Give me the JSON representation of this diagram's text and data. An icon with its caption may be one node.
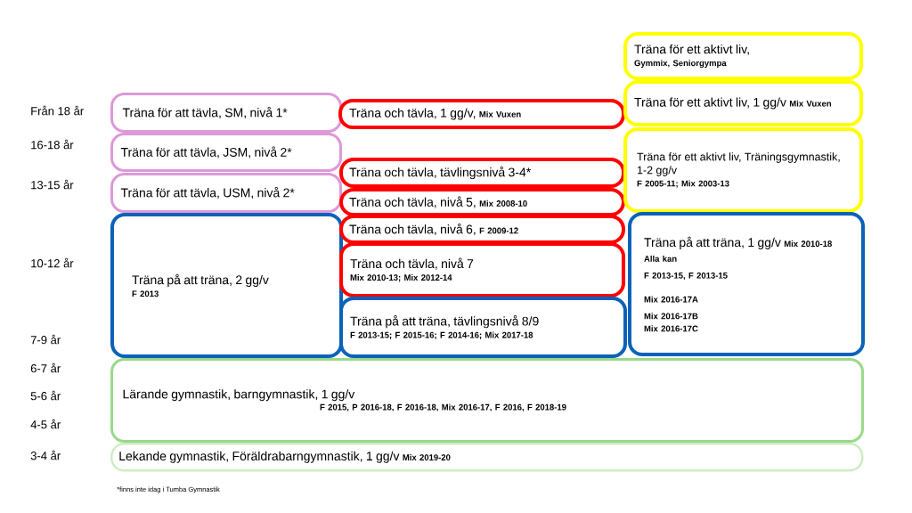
{
  "diagram": {
    "nodes": [
      {
        "text": [
          "Träna för att tävla, SM, nivå 1*"
        ]
      },
      {
        "text": [
          "Träna för att tävla, JSM, nivå 2*"
        ]
      },
      {
        "text": [
          "Träna för att tävla, USM, nivå 2*"
        ]
      },
      {
        "text": [
          "Träna på att träna, 2 gg/v",
          "F 2013"
        ]
      },
      {
        "text": [
          "Träna och tävla, 1 gg/v,",
          "Mix Vuxen"
        ]
      },
      {
        "text": [
          "Träna och tävla, tävlingsnivå 3-4*"
        ]
      },
      {
        "text": [
          "Träna och tävla, nivå 5,",
          "Mix 2008-10"
        ]
      },
      {
        "text": [
          "Träna och tävla, nivå 6,",
          "F 2009-12"
        ]
      },
      {
        "text": [
          "Träna och tävla, nivå 7",
          "Mix 2010-13; Mix 2012-14"
        ]
      },
      {
        "text": [
          "Träna på att träna, tävlingsnivå 8/9",
          "F 2013-15; F 2015-16; F 2014-16; Mix 2017-18"
        ]
      },
      {
        "text": [
          "Träna för ett aktivt liv,",
          "Gymmix, Seniorgympa"
        ]
      },
      {
        "text": [
          "Träna för ett aktivt liv, 1 gg/v",
          "Mix Vuxen"
        ]
      },
      {
        "text": [
          "Träna för ett aktivt liv, Träningsgymnastik, 1-2 gg/v",
          "F 2005-11; Mix 2003-13"
        ]
      },
      {
        "text": [
          "Träna på att träna, 1 gg/v",
          "Mix 2010-18 Alla kan",
          "F 2013-15, F 2013-15",
          "Mix 2016-17A",
          "Mix 2016-17B",
          "Mix 2016-17C"
        ]
      },
      {
        "text": [
          "Lärande gymnastik, barngymnastik, 1 gg/v",
          "F 2015, P 2016-18, F 2016-18, Mix 2016-17, F 2016, F 2018-19"
        ]
      },
      {
        "text": [
          "Lekande gymnastik, Föräldrabarngymnastik, 1 gg/v",
          "Mix 2019-20"
        ]
      }
    ],
    "labels": [
      "Från 18 år",
      "16-18 år",
      "13-15 år",
      "10-12 år",
      "7-9 år",
      "6-7 år",
      "5-6 år",
      "4-5 år",
      "3-4 år",
      "*finns inte idag i Tumba Gymnastik"
    ]
  }
}
